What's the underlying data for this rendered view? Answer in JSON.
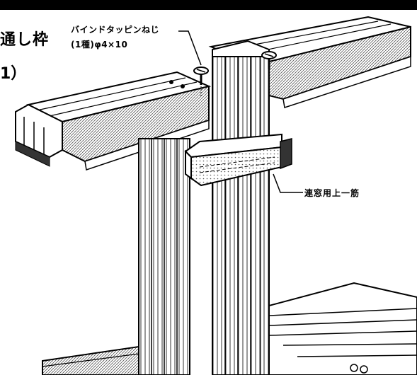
{
  "header": {
    "title_line1": "通し枠",
    "title_line2": "1）"
  },
  "callouts": {
    "screw_name": "バインドタッピンねじ",
    "screw_spec": "(1種)φ4×10",
    "part_name": "連窓用上一筋"
  },
  "colors": {
    "ink": "#000000",
    "paper": "#ffffff",
    "shade": "#8a8a8a",
    "light": "#e6e6e6"
  }
}
